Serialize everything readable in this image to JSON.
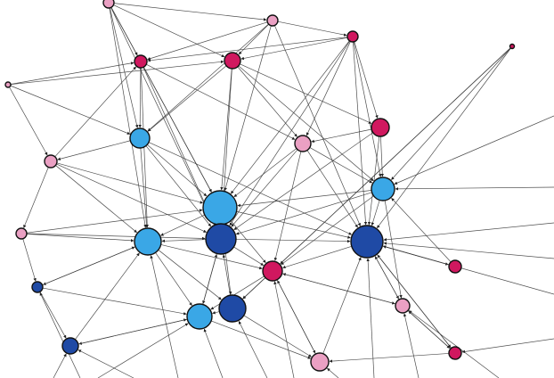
{
  "colors": {
    "light_blue": "#3aa7e6",
    "dark_blue": "#1f4aa5",
    "magenta": "#d0185f",
    "light_pink": "#eaa0c3",
    "edge": "#3a3a3a",
    "background": "#ffffff"
  },
  "nodes": [
    {
      "id": "top-left-pink",
      "color": "light_pink"
    },
    {
      "id": "top-mid-pink",
      "color": "light_pink"
    },
    {
      "id": "top-right-magenta",
      "color": "magenta"
    },
    {
      "id": "far-right-magenta",
      "color": "magenta"
    },
    {
      "id": "left-tiny-pink",
      "color": "light_pink"
    },
    {
      "id": "upper-magenta-1",
      "color": "magenta"
    },
    {
      "id": "upper-magenta-2",
      "color": "magenta"
    },
    {
      "id": "right-magenta",
      "color": "magenta"
    },
    {
      "id": "mid-pink",
      "color": "light_pink"
    },
    {
      "id": "left-lightblue",
      "color": "light_blue"
    },
    {
      "id": "left-pink",
      "color": "light_pink"
    },
    {
      "id": "right-lightblue",
      "color": "light_blue"
    },
    {
      "id": "center-lightblue-big",
      "color": "light_blue"
    },
    {
      "id": "left-pink-2",
      "color": "light_pink"
    },
    {
      "id": "center-darkblue",
      "color": "dark_blue"
    },
    {
      "id": "left-lightblue-2",
      "color": "light_blue"
    },
    {
      "id": "right-darkblue-big",
      "color": "dark_blue"
    },
    {
      "id": "far-right-magenta-2",
      "color": "magenta"
    },
    {
      "id": "mid-magenta",
      "color": "magenta"
    },
    {
      "id": "left-darkblue-small",
      "color": "dark_blue"
    },
    {
      "id": "right-pink",
      "color": "light_pink"
    },
    {
      "id": "lower-darkblue",
      "color": "dark_blue"
    },
    {
      "id": "lower-lightblue",
      "color": "light_blue"
    },
    {
      "id": "left-darkblue-2",
      "color": "dark_blue"
    },
    {
      "id": "lower-right-magenta",
      "color": "magenta"
    },
    {
      "id": "bottom-pink",
      "color": "light_pink"
    }
  ]
}
